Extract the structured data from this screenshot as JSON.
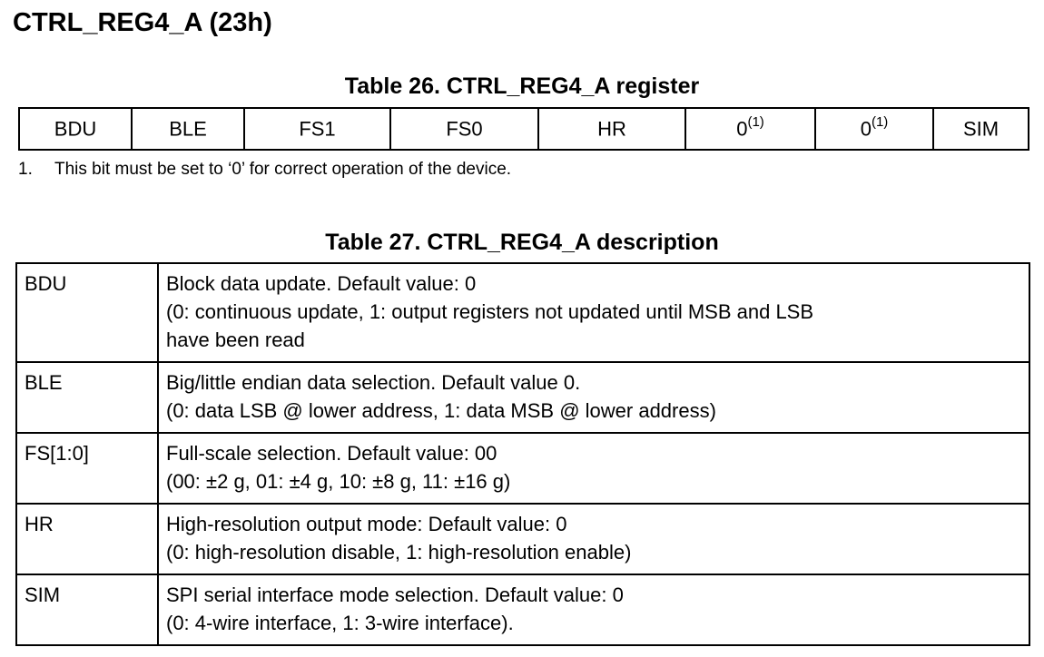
{
  "title": "CTRL_REG4_A (23h)",
  "table26": {
    "caption": "Table 26. CTRL_REG4_A register",
    "bits": [
      {
        "label": "BDU",
        "sup": ""
      },
      {
        "label": "BLE",
        "sup": ""
      },
      {
        "label": "FS1",
        "sup": ""
      },
      {
        "label": "FS0",
        "sup": ""
      },
      {
        "label": "HR",
        "sup": ""
      },
      {
        "label": "0",
        "sup": "(1)"
      },
      {
        "label": "0",
        "sup": "(1)"
      },
      {
        "label": "SIM",
        "sup": ""
      }
    ],
    "note_number": "1.",
    "note_text": "This bit must be set to ‘0’ for correct operation of the device."
  },
  "table27": {
    "caption": "Table 27. CTRL_REG4_A description",
    "rows": [
      {
        "name": "BDU",
        "lines": [
          "Block data update. Default value: 0",
          "(0: continuous update, 1: output registers not updated until MSB and LSB",
          "have been read"
        ]
      },
      {
        "name": "BLE",
        "lines": [
          "Big/little endian data selection. Default value 0.",
          "(0: data LSB @ lower address, 1: data MSB @ lower address)"
        ]
      },
      {
        "name": "FS[1:0]",
        "lines": [
          "Full-scale selection. Default value: 00",
          "(00: ±2 g, 01: ±4 g, 10: ±8 g, 11: ±16 g)"
        ]
      },
      {
        "name": "HR",
        "lines": [
          "High-resolution output mode: Default value: 0",
          "(0: high-resolution disable, 1: high-resolution enable)"
        ]
      },
      {
        "name": "SIM",
        "lines": [
          "SPI serial interface mode selection. Default value: 0",
          "(0: 4-wire interface, 1: 3-wire interface)."
        ]
      }
    ]
  }
}
